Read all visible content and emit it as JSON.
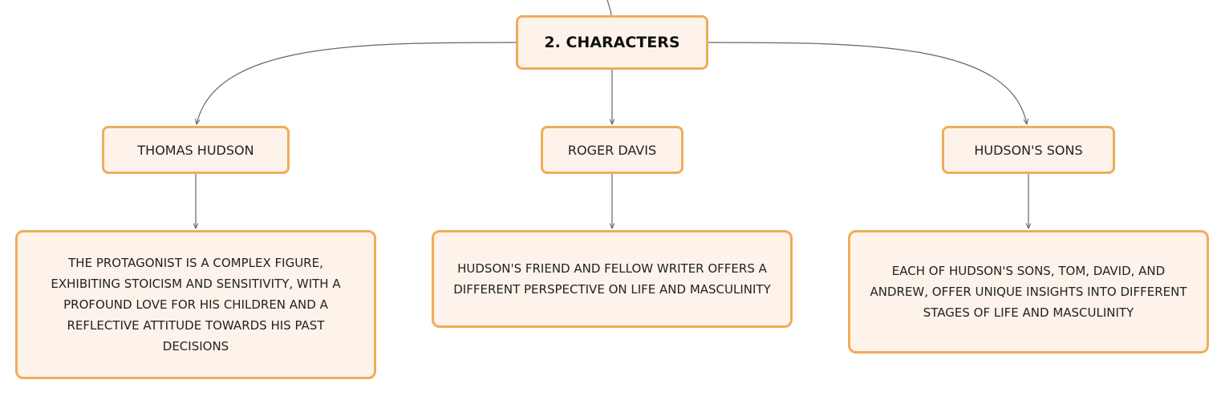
{
  "root": {
    "label": "2. CHARACTERS"
  },
  "characters": [
    {
      "name": "THOMAS HUDSON",
      "description": "THE PROTAGONIST IS A COMPLEX FIGURE, EXHIBITING STOICISM AND SENSITIVITY, WITH A PROFOUND LOVE FOR HIS CHILDREN AND A REFLECTIVE ATTITUDE TOWARDS HIS PAST DECISIONS"
    },
    {
      "name": "ROGER DAVIS",
      "description": "HUDSON'S FRIEND AND FELLOW WRITER OFFERS A DIFFERENT PERSPECTIVE ON LIFE AND MASCULINITY"
    },
    {
      "name": "HUDSON'S SONS",
      "description": "EACH OF HUDSON'S SONS, TOM, DAVID, AND ANDREW, OFFER UNIQUE INSIGHTS INTO DIFFERENT STAGES OF LIFE AND MASCULINITY"
    }
  ],
  "colors": {
    "node_fill": "#fdf3ea",
    "node_border": "#f0ac5a",
    "connector": "#666666"
  }
}
